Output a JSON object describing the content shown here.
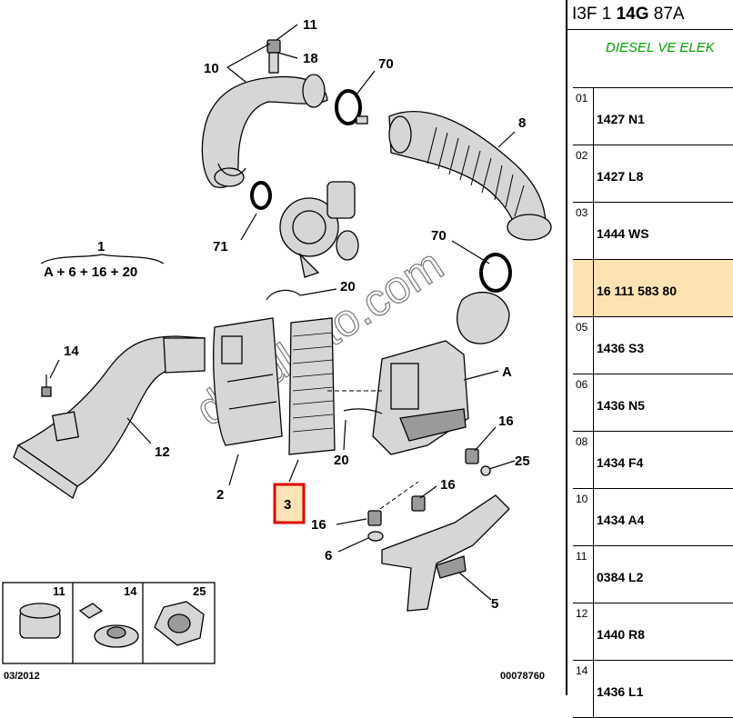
{
  "header": {
    "prefix": "I3F 1",
    "code_bold": "14G",
    "suffix": "87A"
  },
  "subtitle": "DIESEL VE ELEK",
  "refs": [
    {
      "num": "01",
      "code": "1427 N1"
    },
    {
      "num": "02",
      "code": "1427 L8"
    },
    {
      "num": "03",
      "code": "1444 WS"
    },
    {
      "num": "",
      "code": "16 111 583 80",
      "highlight": true
    },
    {
      "num": "05",
      "code": "1436 S3"
    },
    {
      "num": "06",
      "code": "1436 N5"
    },
    {
      "num": "08",
      "code": "1434 F4"
    },
    {
      "num": "10",
      "code": "1434 A4"
    },
    {
      "num": "11",
      "code": "0384 L2"
    },
    {
      "num": "12",
      "code": "1440 R8"
    },
    {
      "num": "14",
      "code": "1436 L1"
    }
  ],
  "diagram": {
    "callouts": {
      "c11": "11",
      "c18": "18",
      "c10": "10",
      "c70a": "70",
      "c8": "8",
      "c71": "71",
      "c70b": "70",
      "c1": "1",
      "formula": "A + 6 + 16 + 20",
      "c20a": "20",
      "c14": "14",
      "c12": "12",
      "cA": "A",
      "c16a": "16",
      "c20b": "20",
      "c25": "25",
      "c2": "2",
      "c3": "3",
      "c16b": "16",
      "c16c": "16",
      "c6": "6",
      "c5": "5"
    },
    "watermark": "duyukoto.com",
    "legend": [
      {
        "num": "11",
        "icon": "sleeve-icon"
      },
      {
        "num": "14",
        "icon": "screw-icon"
      },
      {
        "num": "25",
        "icon": "nut-icon"
      }
    ],
    "date": "03/2012",
    "doc_number": "00078760"
  },
  "colors": {
    "highlight_row": "#fde3b3",
    "highlight_box": "#e00000",
    "subtitle": "#00a000"
  }
}
